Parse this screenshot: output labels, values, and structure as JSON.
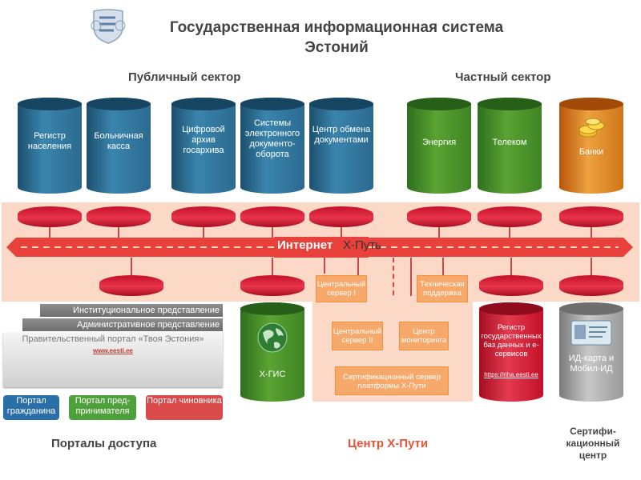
{
  "title": "Государственная информационная система\nЭстоний",
  "public_sector": "Публичный сектор",
  "private_sector": "Частный сектор",
  "databases": {
    "population": "Регистр населения",
    "health": "Больничная касса",
    "archive": "Цифровой архив госархива",
    "docflow": "Системы электронного документо-оборота",
    "exchange": "Центр обмена документами",
    "energy": "Энергия",
    "telecom": "Телеком",
    "banks": "Банки"
  },
  "bus": {
    "label_internet": "Интернет",
    "label_xroad": "X-Путь"
  },
  "center": {
    "central1": "Центральный сервер I",
    "central2": "Центральный сервер II",
    "support": "Техническая поддержка",
    "monitoring": "Центр мониторинга",
    "cert_server": "Сертификационный сервер платформы X-Пути"
  },
  "layers": {
    "institutional": "Институциональное представление",
    "administrative": "Административное представление",
    "government": "Правительственный портал «Твоя Эстония»",
    "url": "www.eesti.ee"
  },
  "portals": {
    "citizen": "Портал гражданина",
    "entrepreneur": "Портал пред-принимателя",
    "official": "Портал чиновника"
  },
  "xgis": "X-ГИС",
  "riha": {
    "label": "Регистр государственных баз данных и е-сервисов",
    "url": "https://riha.eesti.ee"
  },
  "idcard": {
    "label": "ИД-карта и Мобил-ИД"
  },
  "footer": {
    "portals": "Порталы доступа",
    "center": "Центр X-Пути",
    "cert": "Сертифи-кационный центр"
  },
  "colors": {
    "blue": "#2b6a8f",
    "green": "#3e8425",
    "orange": "#e88a2a",
    "red": "#d22a3c",
    "bus": "#e8403a"
  }
}
